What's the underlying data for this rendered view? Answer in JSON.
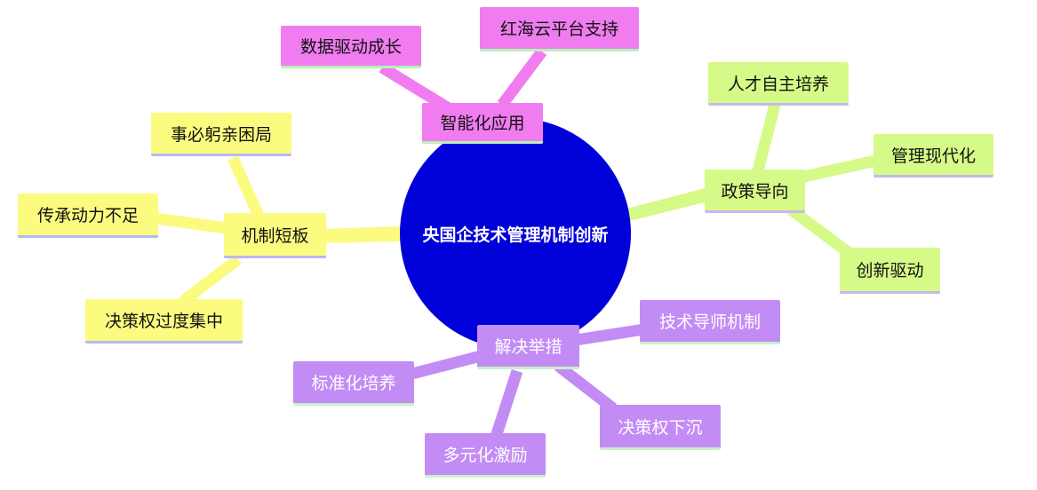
{
  "center": {
    "label": "央国企技术管理机制创新"
  },
  "branches": {
    "smart": {
      "label": "智能化应用",
      "children": [
        "数据驱动成长",
        "红海云平台支持"
      ]
    },
    "policy": {
      "label": "政策导向",
      "children": [
        "人才自主培养",
        "管理现代化",
        "创新驱动"
      ]
    },
    "mechanism": {
      "label": "机制短板",
      "children": [
        "事必躬亲困局",
        "传承动力不足",
        "决策权过度集中"
      ]
    },
    "solution": {
      "label": "解决举措",
      "children": [
        "技术导师机制",
        "标准化培养",
        "决策权下沉",
        "多元化激励"
      ]
    }
  },
  "colors": {
    "center": "#0000d8",
    "smart": "#f07cf0",
    "policy": "#d6fa88",
    "mechanism": "#fbfb80",
    "solution": "#c38cf5"
  }
}
